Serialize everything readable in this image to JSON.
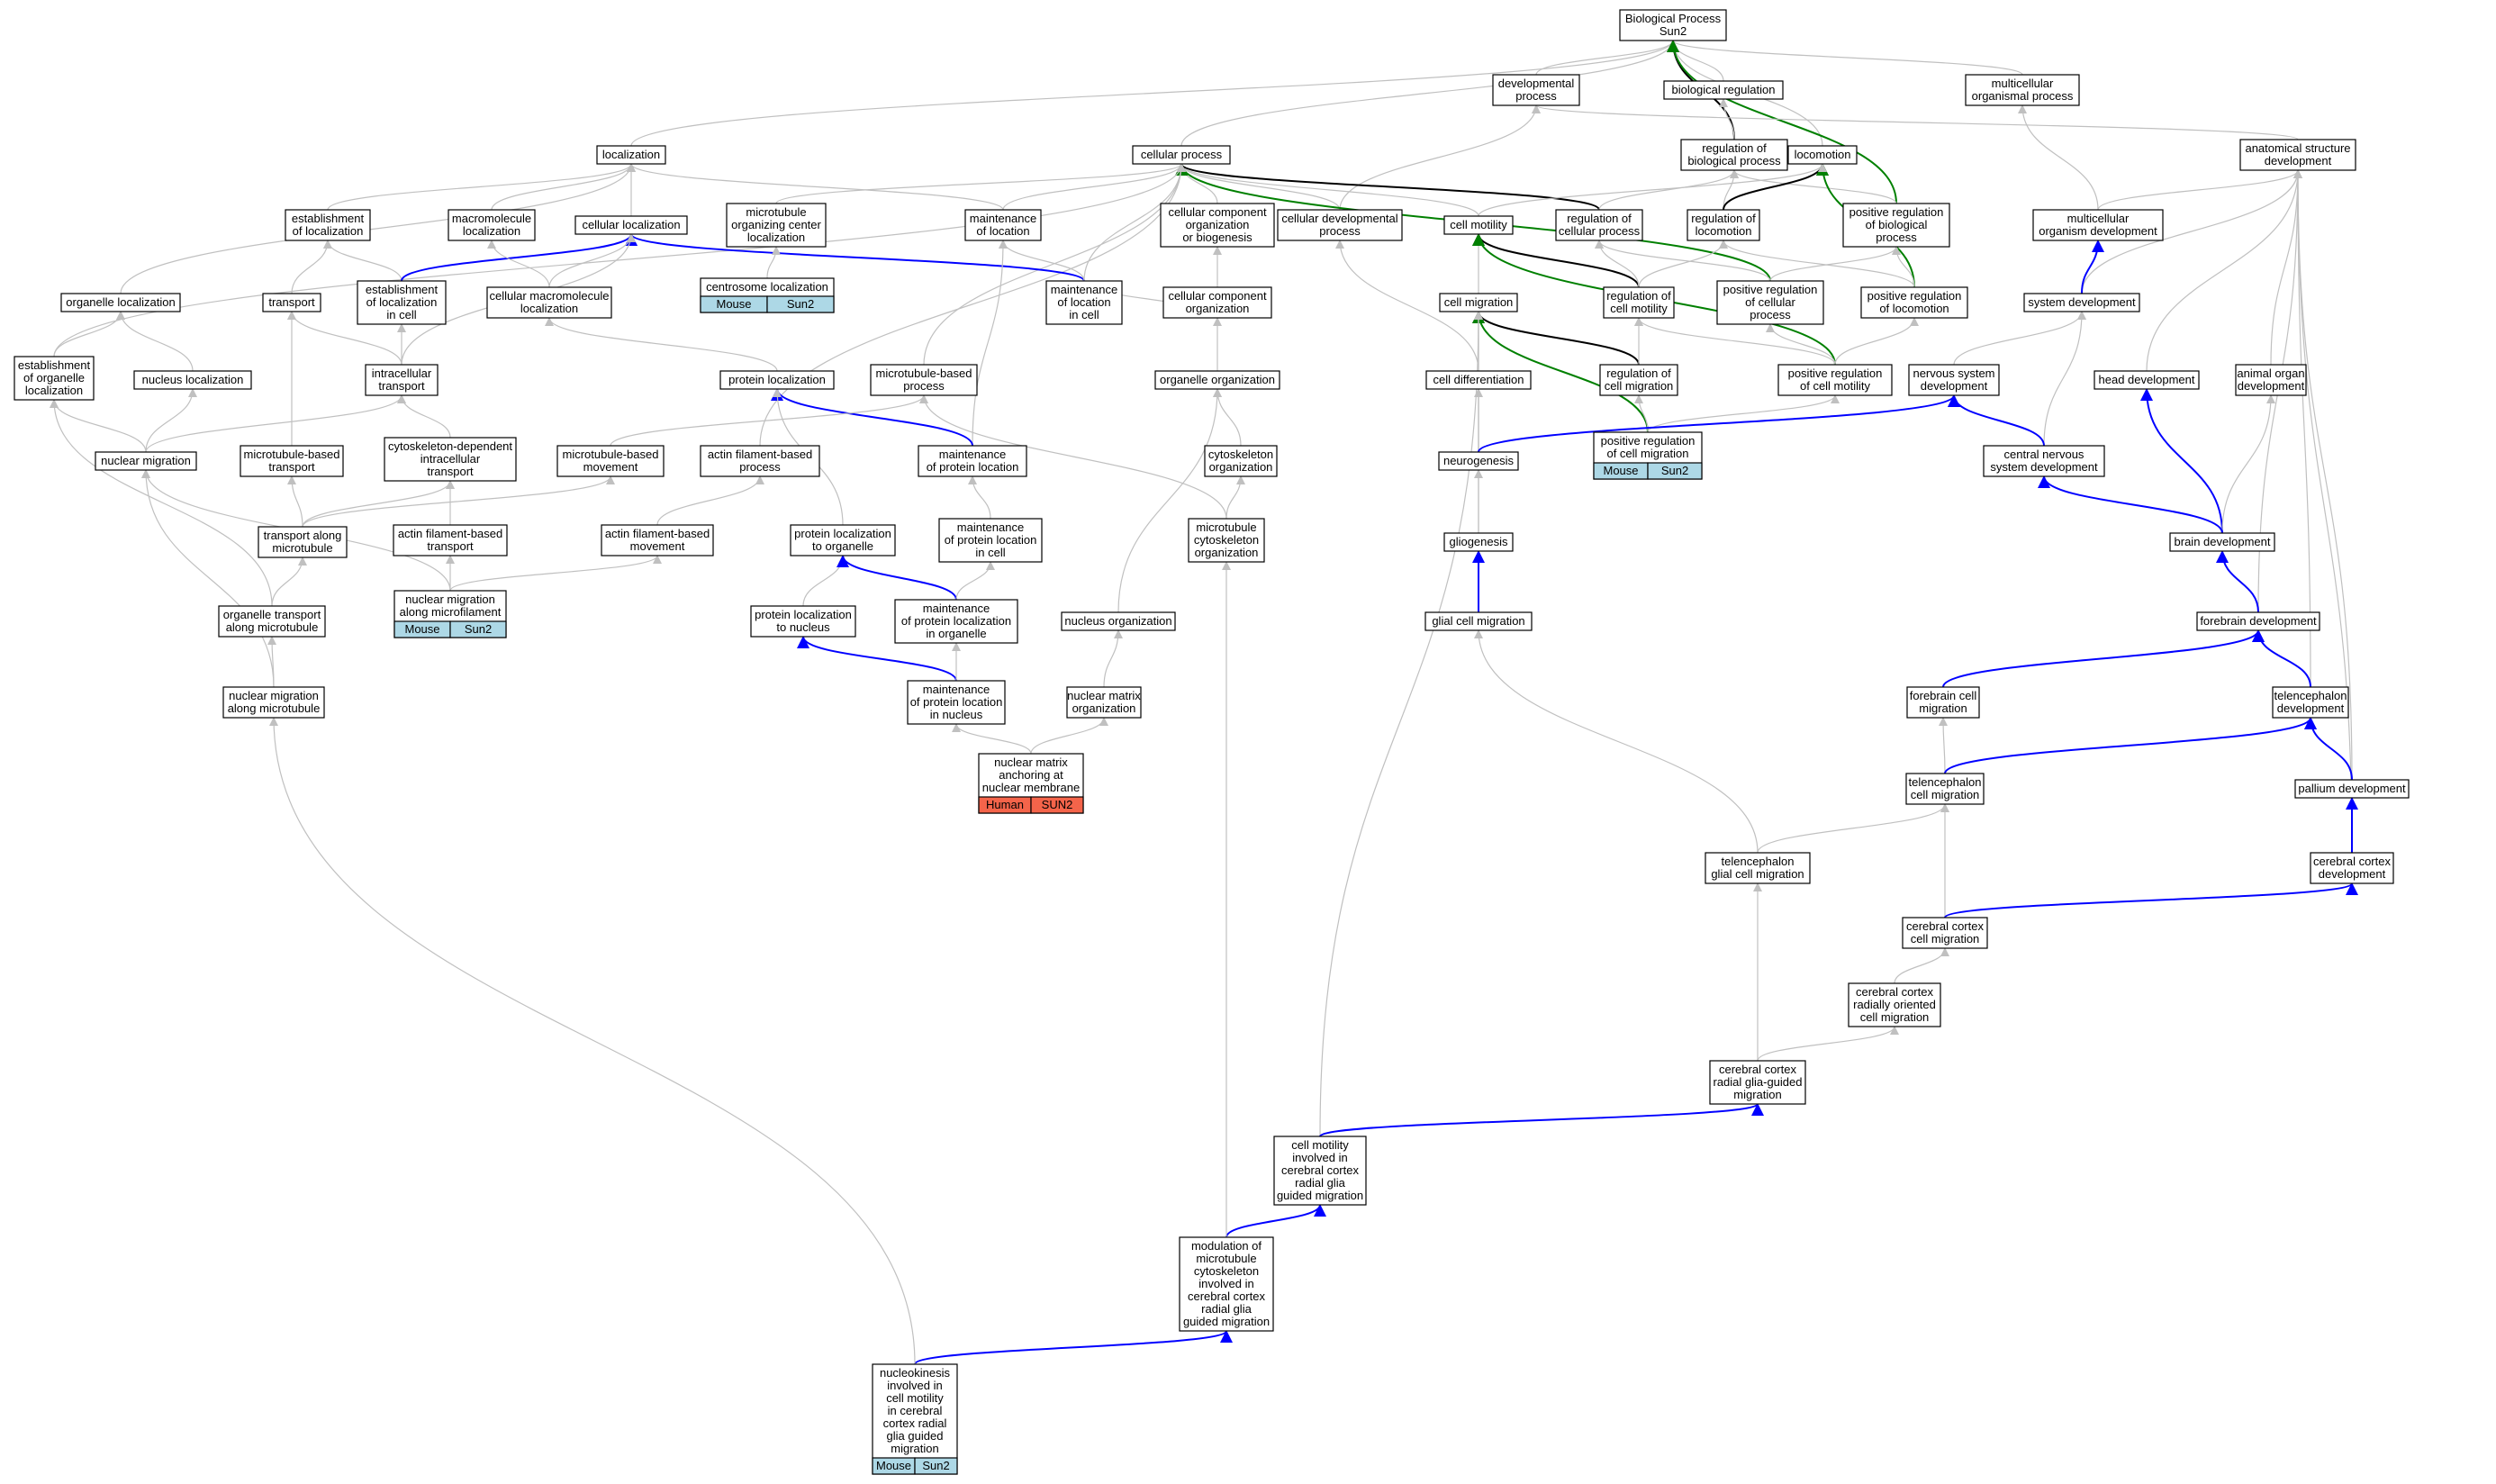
{
  "colors": {
    "gray": "#c0c0c0",
    "blue": "#0000ff",
    "green": "#008000",
    "black": "#000000",
    "mouse": "#add8e6",
    "human": "#f4644a"
  },
  "nodes": {
    "bp": {
      "lines": [
        "Biological Process",
        "Sun2"
      ]
    },
    "devproc": {
      "lines": [
        "developmental",
        "process"
      ]
    },
    "bioreg": {
      "lines": [
        "biological regulation"
      ]
    },
    "mcop": {
      "lines": [
        "multicellular",
        "organismal process"
      ]
    },
    "loc": {
      "lines": [
        "localization"
      ]
    },
    "cellproc": {
      "lines": [
        "cellular process"
      ]
    },
    "regbp": {
      "lines": [
        "regulation of",
        "biological process"
      ]
    },
    "locomotion": {
      "lines": [
        "locomotion"
      ]
    },
    "asd": {
      "lines": [
        "anatomical structure",
        "development"
      ]
    },
    "estloc": {
      "lines": [
        "establishment",
        "of localization"
      ]
    },
    "macroloc": {
      "lines": [
        "macromolecule",
        "localization"
      ]
    },
    "cellloc": {
      "lines": [
        "cellular localization"
      ]
    },
    "mtoc": {
      "lines": [
        "microtubule",
        "organizing center",
        "localization"
      ]
    },
    "mainloc": {
      "lines": [
        "maintenance",
        "of location"
      ]
    },
    "ccob": {
      "lines": [
        "cellular component",
        "organization",
        "or biogenesis"
      ]
    },
    "celldev": {
      "lines": [
        "cellular developmental",
        "process"
      ]
    },
    "cellmot": {
      "lines": [
        "cell motility"
      ]
    },
    "regcp": {
      "lines": [
        "regulation of",
        "cellular process"
      ]
    },
    "regloco": {
      "lines": [
        "regulation of",
        "locomotion"
      ]
    },
    "posregbp": {
      "lines": [
        "positive regulation",
        "of biological",
        "process"
      ]
    },
    "mcodev": {
      "lines": [
        "multicellular",
        "organism development"
      ]
    },
    "orgloc": {
      "lines": [
        "organelle localization"
      ]
    },
    "transport": {
      "lines": [
        "transport"
      ]
    },
    "estcell": {
      "lines": [
        "establishment",
        "of localization",
        "in cell"
      ]
    },
    "cmacroloc": {
      "lines": [
        "cellular macromolecule",
        "localization"
      ]
    },
    "centloc": {
      "lines": [
        "centrosome localization"
      ],
      "tag": [
        "Mouse",
        "Sun2"
      ]
    },
    "maincell": {
      "lines": [
        "maintenance",
        "of location",
        "in cell"
      ]
    },
    "ccorg": {
      "lines": [
        "cellular component",
        "organization"
      ]
    },
    "cellmig": {
      "lines": [
        "cell migration"
      ]
    },
    "regcmot": {
      "lines": [
        "regulation of",
        "cell motility"
      ]
    },
    "posregcp": {
      "lines": [
        "positive regulation",
        "of cellular",
        "process"
      ]
    },
    "posregloco": {
      "lines": [
        "positive regulation",
        "of locomotion"
      ]
    },
    "sysdev": {
      "lines": [
        "system development"
      ]
    },
    "estorg": {
      "lines": [
        "establishment",
        "of organelle",
        "localization"
      ]
    },
    "nucloc": {
      "lines": [
        "nucleus localization"
      ]
    },
    "intra": {
      "lines": [
        "intracellular",
        "transport"
      ]
    },
    "protloc": {
      "lines": [
        "protein localization"
      ]
    },
    "mtbproc": {
      "lines": [
        "microtubule-based",
        "process"
      ]
    },
    "orgorg": {
      "lines": [
        "organelle organization"
      ]
    },
    "celldiff": {
      "lines": [
        "cell differentiation"
      ]
    },
    "regcmig": {
      "lines": [
        "regulation of",
        "cell migration"
      ]
    },
    "posregcmot": {
      "lines": [
        "positive regulation",
        "of cell motility"
      ]
    },
    "nsdev": {
      "lines": [
        "nervous system",
        "development"
      ]
    },
    "headdev": {
      "lines": [
        "head development"
      ]
    },
    "aodev": {
      "lines": [
        "animal organ",
        "development"
      ]
    },
    "nucmig": {
      "lines": [
        "nuclear migration"
      ]
    },
    "mtbtrans": {
      "lines": [
        "microtubule-based",
        "transport"
      ]
    },
    "cytodep": {
      "lines": [
        "cytoskeleton-dependent",
        "intracellular",
        "transport"
      ]
    },
    "mtbmov": {
      "lines": [
        "microtubule-based",
        "movement"
      ]
    },
    "afbproc": {
      "lines": [
        "actin filament-based",
        "process"
      ]
    },
    "mainprot": {
      "lines": [
        "maintenance",
        "of protein location"
      ]
    },
    "cytoorg": {
      "lines": [
        "cytoskeleton",
        "organization"
      ]
    },
    "neurog": {
      "lines": [
        "neurogenesis"
      ]
    },
    "posregcmig": {
      "lines": [
        "positive regulation",
        "of cell migration"
      ],
      "tag": [
        "Mouse",
        "Sun2"
      ]
    },
    "cnsdev": {
      "lines": [
        "central nervous",
        "system development"
      ]
    },
    "transmt": {
      "lines": [
        "transport along",
        "microtubule"
      ]
    },
    "aftrans": {
      "lines": [
        "actin filament-based",
        "transport"
      ]
    },
    "afmov": {
      "lines": [
        "actin filament-based",
        "movement"
      ]
    },
    "protorg": {
      "lines": [
        "protein localization",
        "to organelle"
      ]
    },
    "mainprotcell": {
      "lines": [
        "maintenance",
        "of protein location",
        "in cell"
      ]
    },
    "mtcyto": {
      "lines": [
        "microtubule",
        "cytoskeleton",
        "organization"
      ]
    },
    "glio": {
      "lines": [
        "gliogenesis"
      ]
    },
    "braindev": {
      "lines": [
        "brain development"
      ]
    },
    "nucmigmf": {
      "lines": [
        "nuclear migration",
        "along microfilament"
      ],
      "tag": [
        "Mouse",
        "Sun2"
      ]
    },
    "orgtrans": {
      "lines": [
        "organelle transport",
        "along microtubule"
      ]
    },
    "protnuc": {
      "lines": [
        "protein localization",
        "to nucleus"
      ]
    },
    "mainprotorg": {
      "lines": [
        "maintenance",
        "of protein localization",
        "in organelle"
      ]
    },
    "nucorg": {
      "lines": [
        "nucleus organization"
      ]
    },
    "glialmig": {
      "lines": [
        "glial cell migration"
      ]
    },
    "fbdev": {
      "lines": [
        "forebrain development"
      ]
    },
    "nucmigmt": {
      "lines": [
        "nuclear migration",
        "along microtubule"
      ]
    },
    "mainprotnuc": {
      "lines": [
        "maintenance",
        "of protein location",
        "in nucleus"
      ]
    },
    "nmorg": {
      "lines": [
        "nuclear matrix",
        "organization"
      ]
    },
    "fbmig": {
      "lines": [
        "forebrain cell",
        "migration"
      ]
    },
    "teldev": {
      "lines": [
        "telencephalon",
        "development"
      ]
    },
    "nmanch": {
      "lines": [
        "nuclear matrix",
        "anchoring at",
        "nuclear membrane"
      ],
      "tag": [
        "Human",
        "SUN2"
      ]
    },
    "telmig": {
      "lines": [
        "telencephalon",
        "cell migration"
      ]
    },
    "palldev": {
      "lines": [
        "pallium development"
      ]
    },
    "telglia": {
      "lines": [
        "telencephalon",
        "glial cell migration"
      ]
    },
    "ccdev": {
      "lines": [
        "cerebral cortex",
        "development"
      ]
    },
    "ccmig": {
      "lines": [
        "cerebral cortex",
        "cell migration"
      ]
    },
    "ccrad": {
      "lines": [
        "cerebral cortex",
        "radially oriented",
        "cell migration"
      ]
    },
    "ccrgg": {
      "lines": [
        "cerebral cortex",
        "radial glia-guided",
        "migration"
      ]
    },
    "cmcc": {
      "lines": [
        "cell motility",
        "involved in",
        "cerebral cortex",
        "radial glia",
        "guided migration"
      ]
    },
    "modmt": {
      "lines": [
        "modulation of",
        "microtubule",
        "cytoskeleton",
        "involved in",
        "cerebral cortex",
        "radial glia",
        "guided migration"
      ]
    },
    "nucleo": {
      "lines": [
        "nucleokinesis",
        "involved in",
        "cell motility",
        "in cerebral",
        "cortex radial",
        "glia guided",
        "migration"
      ],
      "tag": [
        "Mouse",
        "Sun2"
      ]
    }
  },
  "edges": [
    [
      "devproc",
      "bp",
      "gray"
    ],
    [
      "bioreg",
      "bp",
      "gray"
    ],
    [
      "mcop",
      "bp",
      "gray"
    ],
    [
      "loc",
      "bp",
      "gray"
    ],
    [
      "cellproc",
      "bp",
      "gray"
    ],
    [
      "regbp",
      "bp",
      "black"
    ],
    [
      "regbp",
      "bioreg",
      "gray"
    ],
    [
      "locomotion",
      "bp",
      "gray"
    ],
    [
      "posregbp",
      "bp",
      "green"
    ],
    [
      "asd",
      "devproc",
      "gray"
    ],
    [
      "celldev",
      "devproc",
      "gray"
    ],
    [
      "estloc",
      "loc",
      "gray"
    ],
    [
      "macroloc",
      "loc",
      "gray"
    ],
    [
      "cellloc",
      "loc",
      "gray"
    ],
    [
      "mainloc",
      "loc",
      "gray"
    ],
    [
      "orgloc",
      "loc",
      "gray"
    ],
    [
      "mtoc",
      "cellproc",
      "gray"
    ],
    [
      "mainloc",
      "cellproc",
      "gray"
    ],
    [
      "ccob",
      "cellproc",
      "gray"
    ],
    [
      "celldev",
      "cellproc",
      "gray"
    ],
    [
      "cellmot",
      "cellproc",
      "gray"
    ],
    [
      "regcp",
      "cellproc",
      "black"
    ],
    [
      "posregcp",
      "cellproc",
      "green"
    ],
    [
      "estorg",
      "cellproc",
      "gray"
    ],
    [
      "mtbproc",
      "cellproc",
      "gray"
    ],
    [
      "maincell",
      "cellproc",
      "gray"
    ],
    [
      "afbproc",
      "cellproc",
      "gray"
    ],
    [
      "regcp",
      "regbp",
      "gray"
    ],
    [
      "regloco",
      "regbp",
      "gray"
    ],
    [
      "posregbp",
      "regbp",
      "gray"
    ],
    [
      "regloco",
      "locomotion",
      "black"
    ],
    [
      "posregloco",
      "locomotion",
      "green"
    ],
    [
      "cellmot",
      "locomotion",
      "gray"
    ],
    [
      "mcodev",
      "mcop",
      "gray"
    ],
    [
      "mcodev",
      "asd",
      "gray"
    ],
    [
      "sysdev",
      "asd",
      "gray"
    ],
    [
      "headdev",
      "asd",
      "gray"
    ],
    [
      "aodev",
      "asd",
      "gray"
    ],
    [
      "fbdev",
      "asd",
      "gray"
    ],
    [
      "teldev",
      "asd",
      "gray"
    ],
    [
      "palldev",
      "asd",
      "gray"
    ],
    [
      "ccdev",
      "asd",
      "gray"
    ],
    [
      "transport",
      "estloc",
      "gray"
    ],
    [
      "estcell",
      "estloc",
      "gray"
    ],
    [
      "estcell",
      "cellloc",
      "blue"
    ],
    [
      "maincell",
      "cellloc",
      "blue"
    ],
    [
      "intra",
      "cellloc",
      "gray"
    ],
    [
      "cmacroloc",
      "macroloc",
      "gray"
    ],
    [
      "cmacroloc",
      "cellloc",
      "gray"
    ],
    [
      "centloc",
      "mtoc",
      "gray"
    ],
    [
      "maincell",
      "mainloc",
      "gray"
    ],
    [
      "mainprot",
      "mainloc",
      "gray"
    ],
    [
      "ccorg",
      "ccob",
      "gray"
    ],
    [
      "celldiff",
      "celldev",
      "gray"
    ],
    [
      "cellmig",
      "cellmot",
      "gray"
    ],
    [
      "regcmot",
      "cellmot",
      "black"
    ],
    [
      "posregcmot",
      "cellmot",
      "green"
    ],
    [
      "regcmot",
      "regcp",
      "gray"
    ],
    [
      "posregcp",
      "regcp",
      "gray"
    ],
    [
      "regcmot",
      "regloco",
      "gray"
    ],
    [
      "posregloco",
      "regloco",
      "gray"
    ],
    [
      "posregcp",
      "posregbp",
      "gray"
    ],
    [
      "posregloco",
      "posregbp",
      "gray"
    ],
    [
      "sysdev",
      "mcodev",
      "blue"
    ],
    [
      "nucloc",
      "orgloc",
      "gray"
    ],
    [
      "estorg",
      "orgloc",
      "gray"
    ],
    [
      "mtbtrans",
      "transport",
      "gray"
    ],
    [
      "intra",
      "transport",
      "gray"
    ],
    [
      "intra",
      "estcell",
      "gray"
    ],
    [
      "protloc",
      "cmacroloc",
      "gray"
    ],
    [
      "maincell",
      "ccorg",
      "gray"
    ],
    [
      "orgorg",
      "ccorg",
      "gray"
    ],
    [
      "regcmig",
      "cellmig",
      "black"
    ],
    [
      "posregcmig",
      "cellmig",
      "green"
    ],
    [
      "neurog",
      "cellmig",
      "gray"
    ],
    [
      "glialmig",
      "cellmig",
      "gray"
    ],
    [
      "cmcc",
      "cellmig",
      "gray"
    ],
    [
      "regcmig",
      "regcmot",
      "gray"
    ],
    [
      "posregcmot",
      "regcmot",
      "gray"
    ],
    [
      "posregcmot",
      "posregcp",
      "gray"
    ],
    [
      "posregcmot",
      "posregloco",
      "gray"
    ],
    [
      "nsdev",
      "sysdev",
      "gray"
    ],
    [
      "cnsdev",
      "sysdev",
      "gray"
    ],
    [
      "nucmig",
      "estorg",
      "gray"
    ],
    [
      "nucmig",
      "nucloc",
      "gray"
    ],
    [
      "nucmig",
      "intra",
      "gray"
    ],
    [
      "nucmigmf",
      "nucmig",
      "gray"
    ],
    [
      "nucmigmt",
      "nucmig",
      "gray"
    ],
    [
      "cytodep",
      "intra",
      "gray"
    ],
    [
      "mainprot",
      "protloc",
      "blue"
    ],
    [
      "protorg",
      "protloc",
      "gray"
    ],
    [
      "mtbmov",
      "mtbproc",
      "gray"
    ],
    [
      "mtcyto",
      "mtbproc",
      "gray"
    ],
    [
      "nucorg",
      "orgorg",
      "gray"
    ],
    [
      "cytoorg",
      "orgorg",
      "gray"
    ],
    [
      "neurog",
      "celldiff",
      "gray"
    ],
    [
      "posregcmig",
      "regcmig",
      "gray"
    ],
    [
      "posregcmig",
      "posregcmot",
      "gray"
    ],
    [
      "neurog",
      "nsdev",
      "blue"
    ],
    [
      "cnsdev",
      "nsdev",
      "blue"
    ],
    [
      "braindev",
      "headdev",
      "blue"
    ],
    [
      "braindev",
      "aodev",
      "gray"
    ],
    [
      "braindev",
      "cnsdev",
      "blue"
    ],
    [
      "transmt",
      "mtbtrans",
      "gray"
    ],
    [
      "transmt",
      "cytodep",
      "gray"
    ],
    [
      "transmt",
      "mtbmov",
      "gray"
    ],
    [
      "aftrans",
      "cytodep",
      "gray"
    ],
    [
      "afmov",
      "afbproc",
      "gray"
    ],
    [
      "mainprotcell",
      "mainprot",
      "gray"
    ],
    [
      "mtcyto",
      "cytoorg",
      "gray"
    ],
    [
      "glio",
      "neurog",
      "gray"
    ],
    [
      "orgtrans",
      "transmt",
      "gray"
    ],
    [
      "orgtrans",
      "estorg",
      "gray"
    ],
    [
      "nucmigmf",
      "aftrans",
      "gray"
    ],
    [
      "nucmigmf",
      "afmov",
      "gray"
    ],
    [
      "protnuc",
      "protorg",
      "gray"
    ],
    [
      "mainprotorg",
      "protorg",
      "blue"
    ],
    [
      "mainprotorg",
      "mainprotcell",
      "gray"
    ],
    [
      "glialmig",
      "glio",
      "blue"
    ],
    [
      "fbdev",
      "braindev",
      "blue"
    ],
    [
      "nucmigmt",
      "orgtrans",
      "gray"
    ],
    [
      "mainprotnuc",
      "protnuc",
      "blue"
    ],
    [
      "mainprotnuc",
      "mainprotorg",
      "gray"
    ],
    [
      "nmorg",
      "nucorg",
      "gray"
    ],
    [
      "fbmig",
      "fbdev",
      "blue"
    ],
    [
      "teldev",
      "fbdev",
      "blue"
    ],
    [
      "nmanch",
      "mainprotnuc",
      "gray"
    ],
    [
      "nmanch",
      "nmorg",
      "gray"
    ],
    [
      "telmig",
      "fbmig",
      "gray"
    ],
    [
      "telmig",
      "teldev",
      "blue"
    ],
    [
      "palldev",
      "teldev",
      "blue"
    ],
    [
      "telglia",
      "telmig",
      "gray"
    ],
    [
      "telglia",
      "glialmig",
      "gray"
    ],
    [
      "ccdev",
      "palldev",
      "blue"
    ],
    [
      "ccmig",
      "telmig",
      "gray"
    ],
    [
      "ccmig",
      "ccdev",
      "blue"
    ],
    [
      "ccrad",
      "ccmig",
      "gray"
    ],
    [
      "ccrgg",
      "ccrad",
      "gray"
    ],
    [
      "ccrgg",
      "telglia",
      "gray"
    ],
    [
      "cmcc",
      "ccrgg",
      "blue"
    ],
    [
      "modmt",
      "cmcc",
      "blue"
    ],
    [
      "modmt",
      "mtcyto",
      "gray"
    ],
    [
      "nucleo",
      "modmt",
      "blue"
    ],
    [
      "nucleo",
      "nucmigmt",
      "gray"
    ]
  ]
}
